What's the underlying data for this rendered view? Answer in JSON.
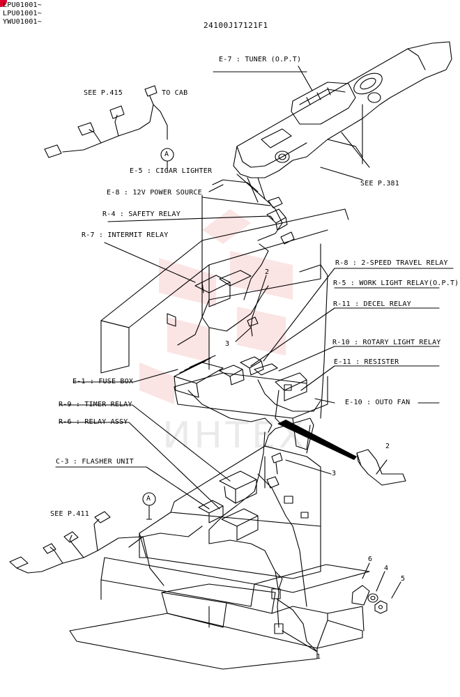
{
  "header": {
    "serials": [
      "LPU01001~",
      "LPU01001~",
      "YWU01001~"
    ],
    "doc_number": "24100J17121F1"
  },
  "callouts": {
    "e7": "E-7 : TUNER (O.P.T)",
    "see_p415": "SEE P.415",
    "to_cab": "TO CAB",
    "a_top": "A",
    "e5": "E-5 : CIGAR LIGHTER",
    "e8": "E-8 : 12V POWER SOURCE",
    "see_p381": "SEE P.381",
    "r4": "R-4 : SAFETY RELAY",
    "r7": "R-7 : INTERMIT RELAY",
    "r8": "R-8 : 2-SPEED TRAVEL RELAY",
    "r5": "R-5 : WORK LIGHT RELAY(O.P.T)",
    "r11": "R-11 : DECEL RELAY",
    "r10": "R-10 : ROTARY LIGHT RELAY",
    "e11": "E-11 : RESISTER",
    "e1": "E-1 : FUSE BOX",
    "e10": "E-10 : OUTO FAN",
    "r9": "R-9 : TIMER RELAY",
    "r6": "R-6 : RELAY ASSY",
    "c3": "C-3 : FLASHER UNIT",
    "a_bottom": "A",
    "see_p411": "SEE P.411"
  },
  "part_numbers": {
    "n2_upper": "2",
    "n3_upper": "3",
    "n2_right": "2",
    "n3_right": "3",
    "n6": "6",
    "n4": "4",
    "n5": "5",
    "n1": "1"
  },
  "watermark": "ИНТЕХ",
  "colors": {
    "ink": "#000000",
    "watermark": "#e23a3a",
    "marker": "#d9002b",
    "background": "#ffffff"
  }
}
